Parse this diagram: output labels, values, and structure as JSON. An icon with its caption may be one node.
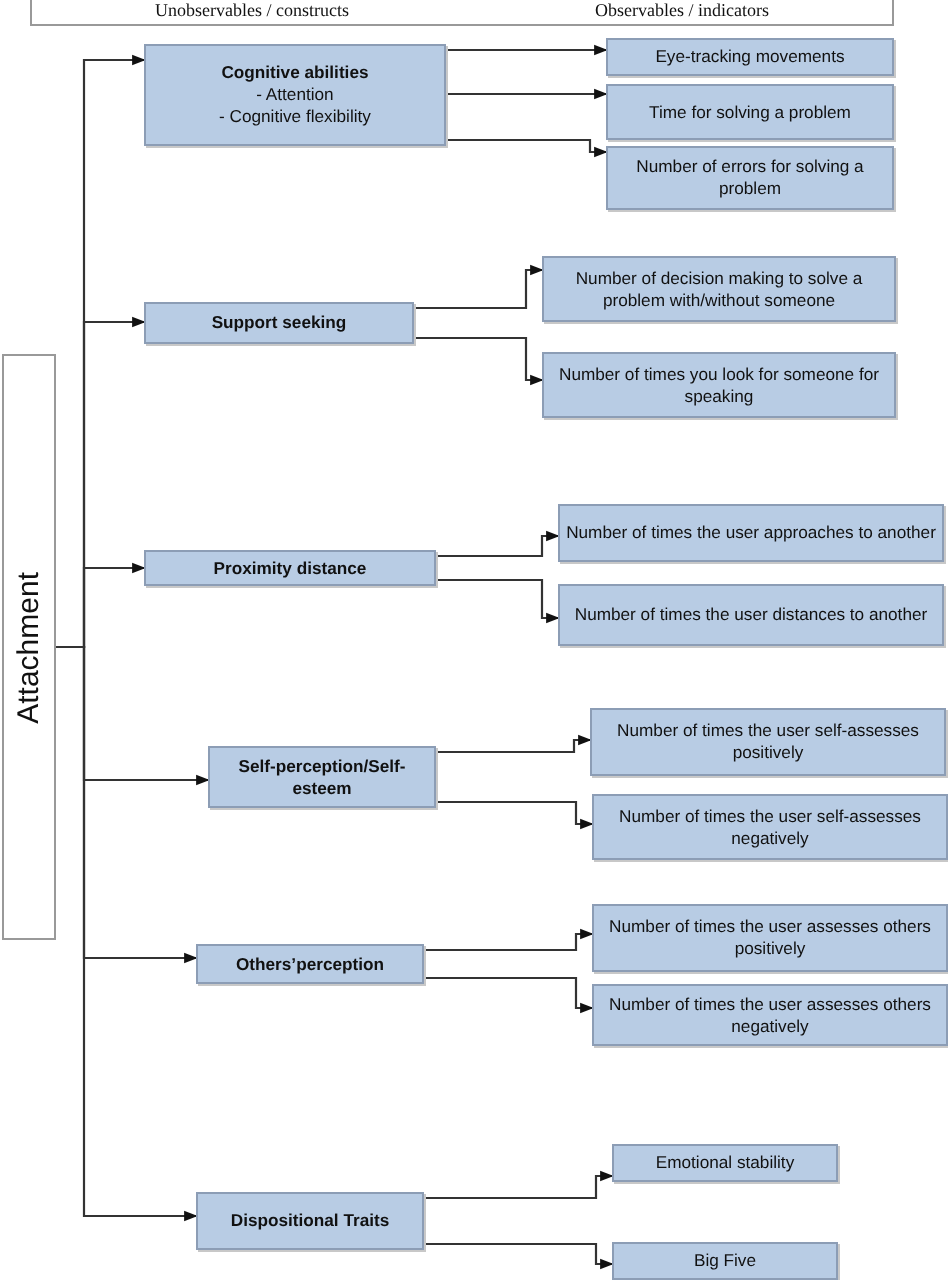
{
  "diagram": {
    "nodes": [
      {
        "text": [
          "Unobservables / constructs",
          "Observables / indicators"
        ]
      },
      {
        "text": [
          "Attachment"
        ]
      },
      {
        "text": [
          "Cognitive abilities",
          "- Attention",
          "- Cognitive flexibility"
        ]
      },
      {
        "text": [
          "Eye-tracking movements"
        ]
      },
      {
        "text": [
          "Time for solving a problem"
        ]
      },
      {
        "text": [
          "Number of errors for solving a problem"
        ]
      },
      {
        "text": [
          "Support seeking"
        ]
      },
      {
        "text": [
          "Number of decision making to solve a problem with/without someone"
        ]
      },
      {
        "text": [
          "Number of times you look for someone for speaking"
        ]
      },
      {
        "text": [
          "Proximity distance"
        ]
      },
      {
        "text": [
          "Number of times the user approaches to another"
        ]
      },
      {
        "text": [
          "Number of times the user distances to another"
        ]
      },
      {
        "text": [
          "Self-perception/Self-esteem"
        ]
      },
      {
        "text": [
          "Number of times the user self-assesses positively"
        ]
      },
      {
        "text": [
          "Number of times the user self-assesses negatively"
        ]
      },
      {
        "text": [
          "Others’perception"
        ]
      },
      {
        "text": [
          "Number of times the user assesses others positively"
        ]
      },
      {
        "text": [
          "Number of times the user assesses others negatively"
        ]
      },
      {
        "text": [
          "Dispositional Traits"
        ]
      },
      {
        "text": [
          "Emotional stability"
        ]
      },
      {
        "text": [
          "Big Five"
        ]
      }
    ],
    "edges": [
      {
        "from": 1,
        "to": 2,
        "arrow": "to"
      },
      {
        "from": 1,
        "to": 6,
        "arrow": "to"
      },
      {
        "from": 1,
        "to": 9,
        "arrow": "to"
      },
      {
        "from": 1,
        "to": 12,
        "arrow": "to"
      },
      {
        "from": 1,
        "to": 15,
        "arrow": "to"
      },
      {
        "from": 1,
        "to": 18,
        "arrow": "to"
      },
      {
        "from": 2,
        "to": 3,
        "arrow": "to"
      },
      {
        "from": 2,
        "to": 4,
        "arrow": "to"
      },
      {
        "from": 2,
        "to": 5,
        "arrow": "to"
      },
      {
        "from": 6,
        "to": 7,
        "arrow": "to"
      },
      {
        "from": 6,
        "to": 8,
        "arrow": "to"
      },
      {
        "from": 9,
        "to": 10,
        "arrow": "to"
      },
      {
        "from": 9,
        "to": 11,
        "arrow": "to"
      },
      {
        "from": 12,
        "to": 13,
        "arrow": "to"
      },
      {
        "from": 12,
        "to": 14,
        "arrow": "to"
      },
      {
        "from": 15,
        "to": 16,
        "arrow": "to"
      },
      {
        "from": 15,
        "to": 17,
        "arrow": "to"
      },
      {
        "from": 18,
        "to": 19,
        "arrow": "to"
      },
      {
        "from": 18,
        "to": 20,
        "arrow": "to"
      }
    ]
  }
}
